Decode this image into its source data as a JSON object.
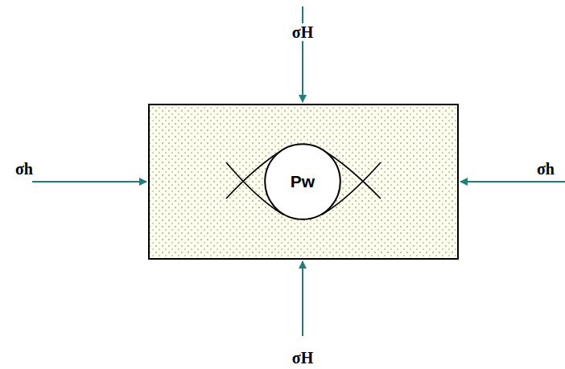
{
  "diagram": {
    "nodes": [
      {
        "text": [
          "Pw"
        ]
      }
    ],
    "labels": [
      "σH",
      "σh",
      "σh",
      "σH"
    ]
  }
}
